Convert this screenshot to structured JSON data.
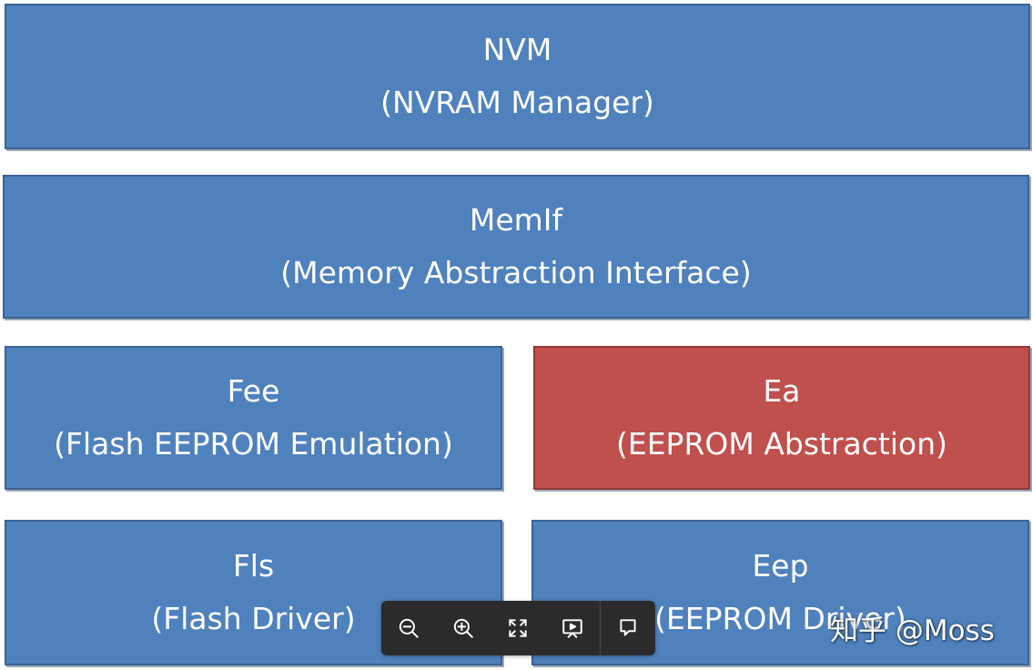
{
  "diagram": {
    "blocks": [
      {
        "id": "nvm",
        "name": "NVM",
        "desc": "(NVRAM Manager)",
        "color": "#4f81bd"
      },
      {
        "id": "memif",
        "name": "MemIf",
        "desc": "(Memory Abstraction Interface)",
        "color": "#4f81bd"
      },
      {
        "id": "fee",
        "name": "Fee",
        "desc": "(Flash EEPROM Emulation)",
        "color": "#4f81bd"
      },
      {
        "id": "ea",
        "name": "Ea",
        "desc": "(EEPROM Abstraction)",
        "color": "#c0504d"
      },
      {
        "id": "fls",
        "name": "Fls",
        "desc": "(Flash Driver)",
        "color": "#4f81bd"
      },
      {
        "id": "eep",
        "name": "Eep",
        "desc": "(EEPROM Driver)",
        "color": "#4f81bd"
      }
    ]
  },
  "toolbar": {
    "tools": [
      "zoom-out-icon",
      "zoom-in-icon",
      "fullscreen-icon",
      "slideshow-icon",
      "comment-icon"
    ]
  },
  "watermark": {
    "text": "知乎 @Moss"
  }
}
